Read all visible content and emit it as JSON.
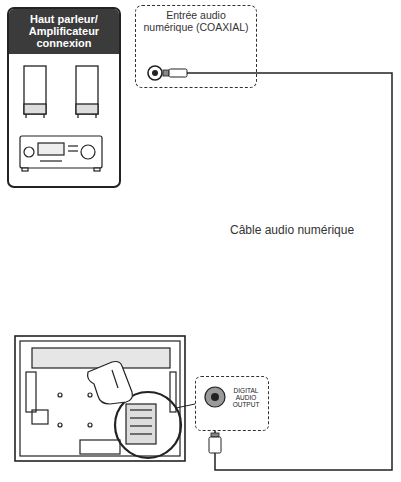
{
  "diagram": {
    "nodes": [
      {
        "text": [
          "Haut parleur/ Amplificateur connexion"
        ]
      },
      {
        "text": [
          "Entrée audio numérique (COAXIAL)"
        ]
      },
      {
        "text": [
          "DIGITAL AUDIO OUTPUT"
        ]
      }
    ],
    "edges": [
      {
        "from": 2,
        "to": 1,
        "arrow": "none",
        "label": "Câble audio numérique"
      }
    ]
  }
}
